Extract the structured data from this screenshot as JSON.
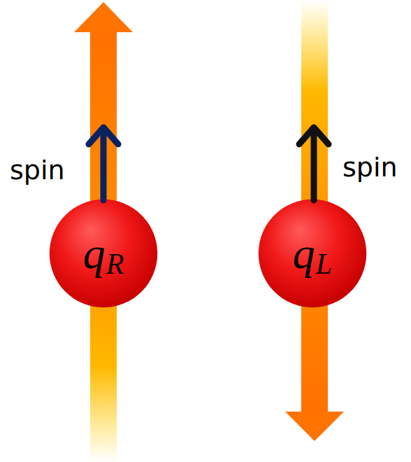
{
  "diagram": {
    "nodes": [
      {
        "text": [
          "q",
          "R"
        ]
      },
      {
        "text": [
          "q",
          "L"
        ]
      }
    ],
    "labels": [
      "spin",
      "spin"
    ]
  }
}
